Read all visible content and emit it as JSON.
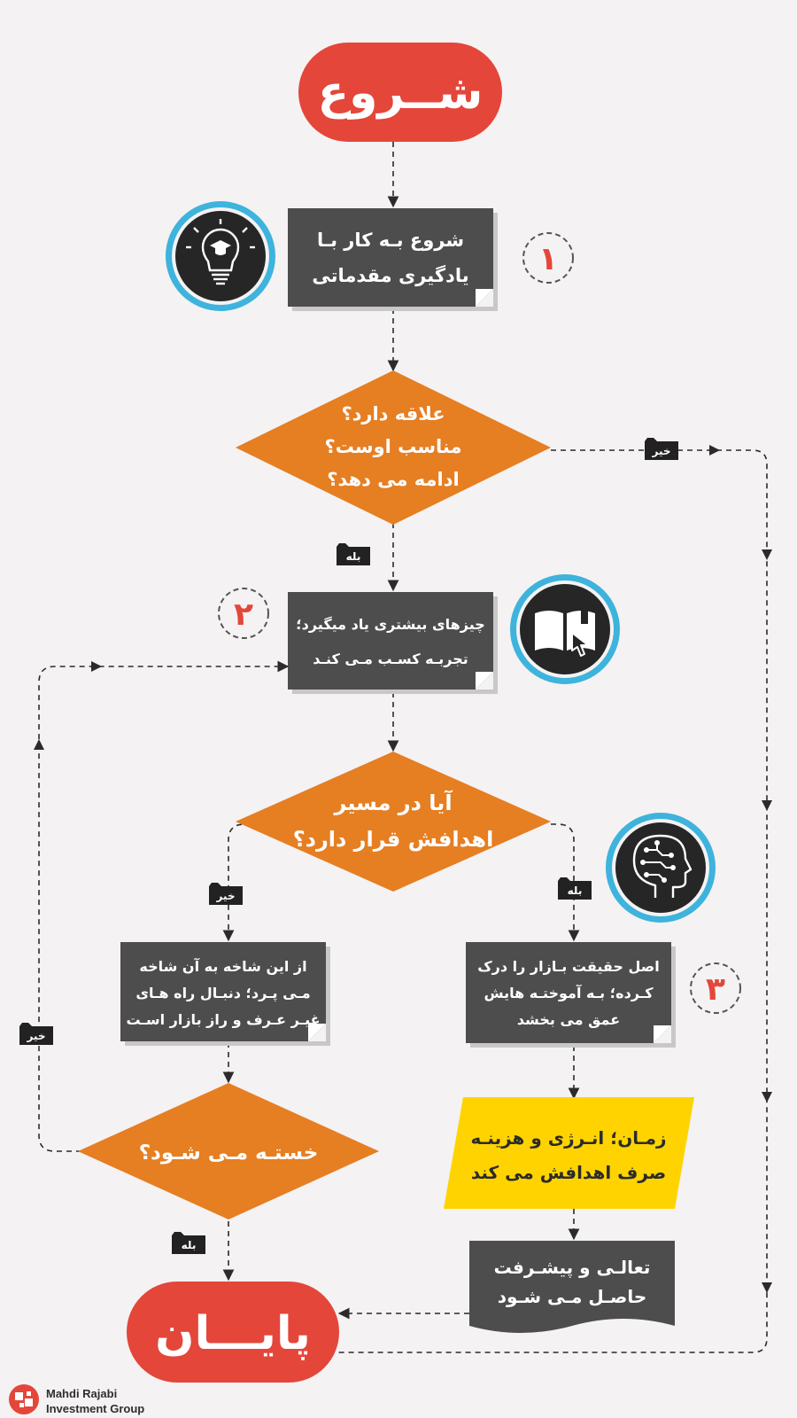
{
  "colors": {
    "background": "#f4f2f3",
    "terminal": "#e4463a",
    "process": "#4c4d4c",
    "decision": "#e67e22",
    "highlight": "#ffd300",
    "icon_ring": "#3eb3dc",
    "icon_fill": "#262626",
    "connector": "#2b2b2b"
  },
  "flow": {
    "start": "شــروع",
    "end": "پایـــان",
    "step1": {
      "line1": "شروع بـه کار بـا",
      "line2": "یادگیری مقدماتی",
      "number": "۱"
    },
    "decision1": {
      "line1": "علاقه دارد؟",
      "line2": "مناسب اوست؟",
      "line3": "ادامه می دهد؟"
    },
    "step2": {
      "line1": "چیزهای بیشتری یاد میگیرد؛",
      "line2": "تجربـه کسـب مـی کنـد",
      "number": "۲"
    },
    "decision2": {
      "line1": "آیا در مسیر",
      "line2": "اهدافش قرار دارد؟"
    },
    "wander": {
      "line1": "از این شاخه به آن شاخه",
      "line2": "مـی پـرد؛ دنبـال راه هـای",
      "line3": "غیـر عـرف و راز بازار اسـت"
    },
    "insight": {
      "line1": "اصل حقیقت بـازار را درک",
      "line2": "کـرده؛ بـه آموختـه هایش",
      "line3": "عمق می بخشد",
      "number": "۳"
    },
    "decision3": {
      "line1": "خستـه مـی شـود؟"
    },
    "commit": {
      "line1": "زمـان؛ انـرژی و هزینـه",
      "line2": "صرف اهدافش می کند"
    },
    "progress": {
      "line1": "تعالـی و پیشـرفت",
      "line2": "حاصـل مـی شـود"
    },
    "tags": {
      "no": "خیر",
      "yes": "بله"
    }
  },
  "icons": {
    "icon1": "lightbulb-graduation-icon",
    "icon2": "book-pointer-icon",
    "icon3": "ai-head-icon"
  },
  "logo": {
    "line1": "Mahdi Rajabi",
    "line2": "Investment Group"
  }
}
